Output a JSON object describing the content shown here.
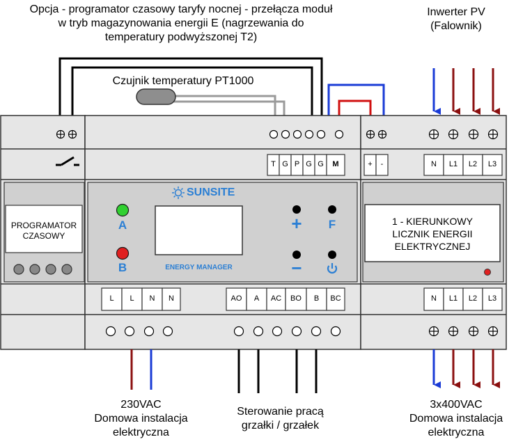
{
  "captions": {
    "timer_note": [
      "Opcja - programator czasowy taryfy nocnej - przełącza moduł",
      "w tryb magazynowania energii E (nagrzewania do",
      "temperatury podwyższonej T2)"
    ],
    "inverter": [
      "Inwerter PV",
      "(Falownik)"
    ],
    "sensor": "Czujnik temperatury PT1000",
    "supply_230": [
      "230VAC",
      "Domowa instalacja",
      "elektryczna"
    ],
    "heater_control": [
      "Sterowanie pracą",
      "grzałki / grzałek"
    ],
    "supply_400": [
      "3x400VAC",
      "Domowa instalacja",
      "elektryczna"
    ]
  },
  "timer_module": {
    "label": [
      "PROGRAMATOR",
      "CZASOWY"
    ]
  },
  "energy_manager": {
    "brand": "SUNSITE",
    "subtitle": "ENERGY MANAGER",
    "led_a": "A",
    "led_b": "B",
    "btn_plus": "+",
    "btn_f": "F",
    "btn_minus": "−",
    "top_terminals": [
      "T",
      "G",
      "P",
      "G",
      "G",
      "M"
    ],
    "bottom_left_terminals": [
      "L",
      "L",
      "N",
      "N"
    ],
    "bottom_right_terminals": [
      "AO",
      "A",
      "AC",
      "BO",
      "B",
      "BC"
    ]
  },
  "meter_module": {
    "label": [
      "1 - KIERUNKOWY",
      "LICZNIK ENERGII",
      "ELEKTRYCZNEJ"
    ],
    "top_polarity": [
      "+",
      "-"
    ],
    "top_terminals": [
      "N",
      "L1",
      "L2",
      "L3"
    ],
    "bottom_terminals": [
      "N",
      "L1",
      "L2",
      "L3"
    ]
  },
  "colors": {
    "module_body": "#e6e6e6",
    "panel": "#d0d0d0",
    "wire_blue": "#1a3bd6",
    "wire_brown": "#8b1010",
    "wire_red": "#d01010",
    "led_green": "#30d030",
    "led_red": "#e02020",
    "brand_blue": "#2b7fd4"
  }
}
